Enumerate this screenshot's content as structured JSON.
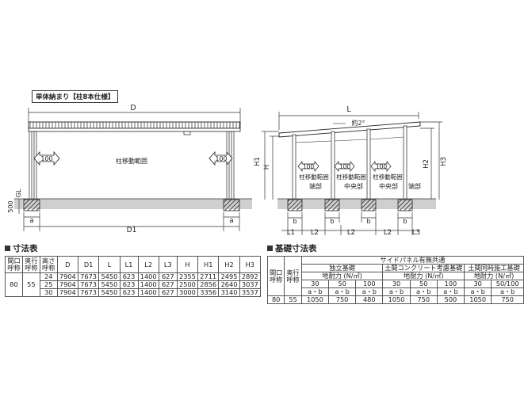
{
  "left_diagram": {
    "section_label": "単体納まり【柱8本仕様】",
    "dim_D": "D",
    "dim_D1": "D1",
    "dim_a": "a",
    "dim_GL": "GL",
    "dim_500": "500",
    "arrow_left_value": "100",
    "arrow_right_value": "100",
    "range_label": "柱移動範囲"
  },
  "right_diagram": {
    "dim_L": "L",
    "angle": "約2°",
    "dim_H1": "H1",
    "dim_H": "H",
    "dim_H2": "H2",
    "dim_H3": "H3",
    "arrow_value": "100",
    "range_label": "柱移動範囲",
    "part_end": "端部",
    "part_center": "中央部",
    "dim_L1": "L1",
    "dim_L2": "L2",
    "dim_L3": "L3",
    "dim_b": "b"
  },
  "size_table": {
    "title": "寸法表",
    "headers": {
      "maguchi": [
        "間口",
        "呼称"
      ],
      "okuyuki": [
        "奥行",
        "呼称"
      ],
      "takasa": [
        "高さ",
        "呼称"
      ],
      "cols": [
        "D",
        "D1",
        "L",
        "L1",
        "L2",
        "L3",
        "H",
        "H1",
        "H2",
        "H3"
      ]
    },
    "maguchi_value": "80",
    "okuyuki_value": "55",
    "rows": [
      [
        "24",
        "7904",
        "7673",
        "5450",
        "623",
        "1400",
        "627",
        "2355",
        "2711",
        "2495",
        "2892"
      ],
      [
        "25",
        "7904",
        "7673",
        "5450",
        "623",
        "1400",
        "627",
        "2500",
        "2856",
        "2640",
        "3037"
      ],
      [
        "30",
        "7904",
        "7673",
        "5450",
        "623",
        "1400",
        "627",
        "3000",
        "3356",
        "3140",
        "3537"
      ]
    ]
  },
  "foundation_table": {
    "title": "基礎寸法表",
    "side_panel": "サイドパネル有無共通",
    "groups": [
      "独立基礎",
      "土間コンクリート考慮基礎",
      "土間同時施工基礎"
    ],
    "maguchi": [
      "間口",
      "呼称"
    ],
    "okuyuki": [
      "奥行",
      "呼称"
    ],
    "strength": "地耐力 (N/㎡)",
    "strength_values": [
      "30",
      "50",
      "100",
      "30",
      "50",
      "100",
      "30",
      "50/100"
    ],
    "ab_label": "a・b",
    "row": [
      "80",
      "55",
      "1050",
      "750",
      "480",
      "1050",
      "750",
      "500",
      "1050",
      "750"
    ]
  }
}
